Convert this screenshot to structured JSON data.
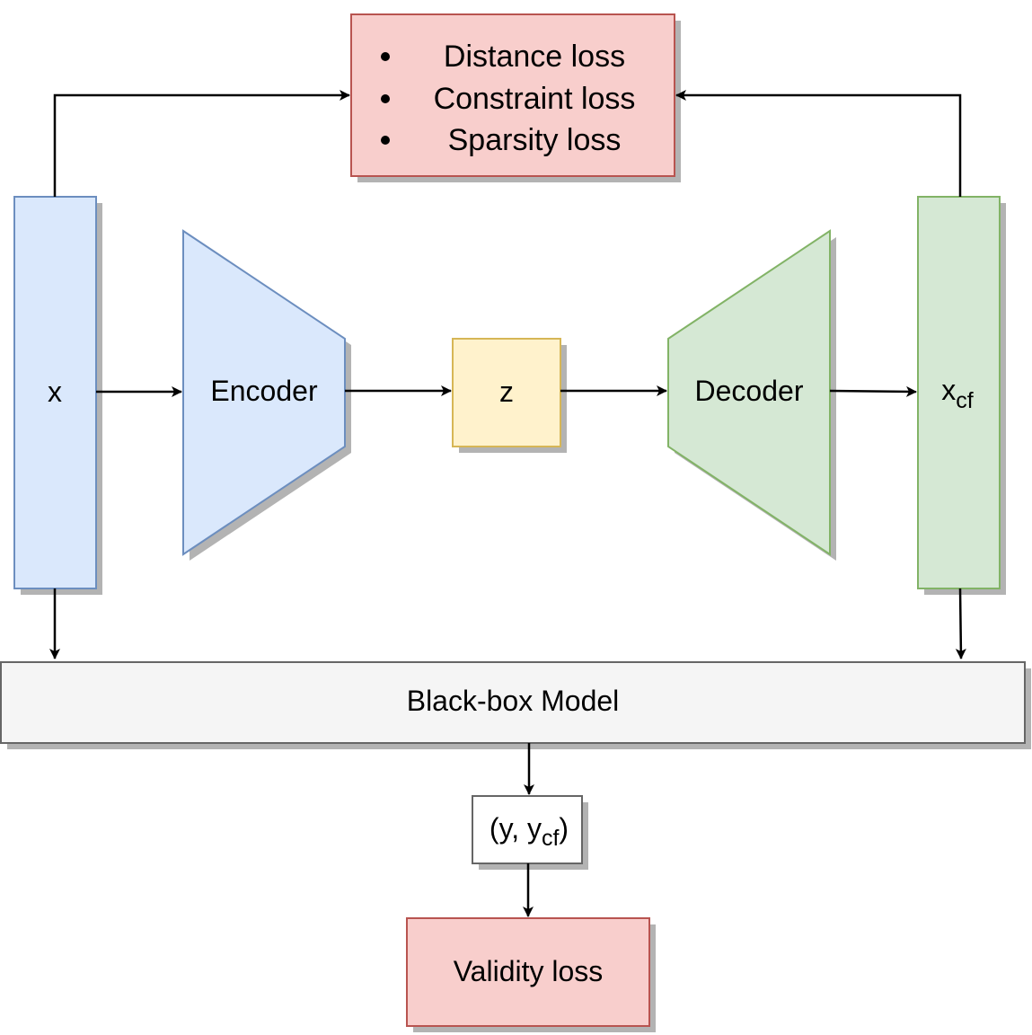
{
  "losses_box": {
    "items": [
      "Distance loss",
      "Constraint loss",
      "Sparsity loss"
    ]
  },
  "input_x": {
    "label": "x"
  },
  "encoder": {
    "label": "Encoder"
  },
  "latent_z": {
    "label": "z"
  },
  "decoder": {
    "label": "Decoder"
  },
  "output_xcf": {
    "label": "x",
    "subscript": "cf"
  },
  "black_box": {
    "label": "Black-box Model"
  },
  "prediction": {
    "prefix": "(y, y",
    "subscript": "cf",
    "suffix": ")"
  },
  "validity": {
    "label": "Validity loss"
  },
  "colors": {
    "blue_fill": "#dae8fc",
    "blue_stroke": "#6c8ebf",
    "green_fill": "#d5e8d4",
    "green_stroke": "#82b366",
    "yellow_fill": "#fff2cc",
    "yellow_stroke": "#d6b656",
    "red_fill": "#f8cecc",
    "red_stroke": "#b85450",
    "gray_fill": "#f5f5f5",
    "gray_stroke": "#666666",
    "shadow": "#b3b3b3"
  }
}
